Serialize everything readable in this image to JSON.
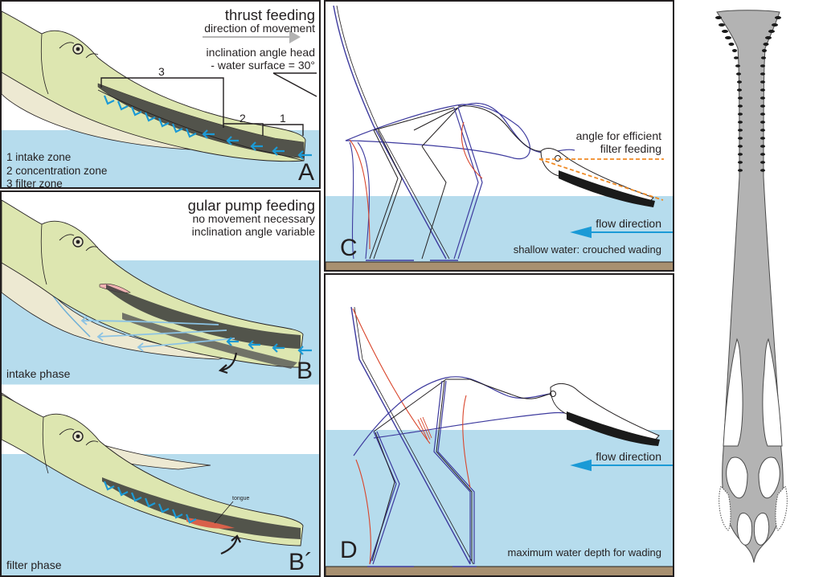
{
  "figure": {
    "colors": {
      "water": "#b6dced",
      "head_fill": "#dde6b0",
      "throat_fill": "#ede9d2",
      "outline": "#231f20",
      "flow_arrow": "#1b9ad6",
      "movement_arrow": "#b3b3b3",
      "ground": "#a89070",
      "skeleton_blue": "#3d3a9e",
      "muscle_red": "#d9452b",
      "angle_orange": "#f08a24",
      "tongue": "#d9614a",
      "skull_grey": "#b3b3b3"
    }
  },
  "panel_a": {
    "title": "thrust feeding",
    "subtitle": "direction of movement",
    "angle_line1": "inclination angle head",
    "angle_line2": "- water surface = 30°",
    "zone_labels": [
      "3",
      "2",
      "1"
    ],
    "legend": [
      "1 intake zone",
      "2 concentration zone",
      "3 filter zone"
    ],
    "letter": "A"
  },
  "panel_b": {
    "title": "gular pump feeding",
    "line1": "no movement necessary",
    "line2": "inclination angle variable",
    "phase": "intake phase",
    "letter": "B"
  },
  "panel_b2": {
    "tongue_label": "tongue",
    "phase": "filter phase",
    "letter": "B´"
  },
  "panel_c": {
    "angle_line1": "angle for efficient",
    "angle_line2": "filter feeding",
    "flow_label": "flow direction",
    "caption": "shallow water: crouched wading",
    "letter": "C"
  },
  "panel_d": {
    "flow_label": "flow direction",
    "caption": "maximum water depth for wading",
    "letter": "D"
  }
}
